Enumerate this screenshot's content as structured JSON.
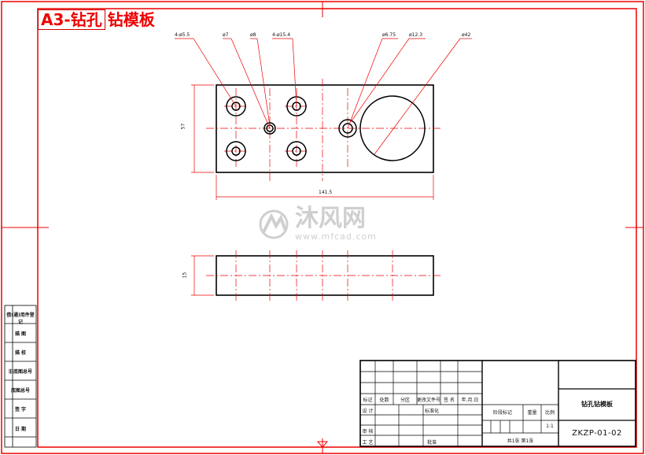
{
  "title": {
    "code": "A3-钻孔",
    "name": "钻模板"
  },
  "dims": {
    "holes_a": "4-ø5.5",
    "d7": "ø7",
    "d8": "ø8",
    "holes_b": "4-ø15.4",
    "d675": "ø6.75",
    "d123": "ø12.3",
    "d42": "ø42",
    "height": "57",
    "length": "141.5",
    "thickness": "15"
  },
  "side_labels": [
    "借(通)用件登记",
    "描 图",
    "描 校",
    "旧底图总号",
    "底图总号",
    "签 字",
    "日 期"
  ],
  "title_block": {
    "headers": [
      "标记",
      "处数",
      "分区",
      "更改文件号",
      "签 名",
      "年.月.日"
    ],
    "design": "设 计",
    "standard": "标准化",
    "review": "审 核",
    "process": "工 艺",
    "approve": "批准",
    "stage": "阶段标记",
    "weight": "重量",
    "scale_label": "比例",
    "scale_value": "1:1",
    "sheets": "共1张 第1张",
    "part_name": "钻孔钻模板",
    "drawing_no": "ZKZP-01-02"
  },
  "watermark": {
    "cn": "沐风网",
    "url": "www.mfcad.com"
  },
  "colors": {
    "border": "#e00000",
    "line": "#000000",
    "center": "#ff0000"
  }
}
